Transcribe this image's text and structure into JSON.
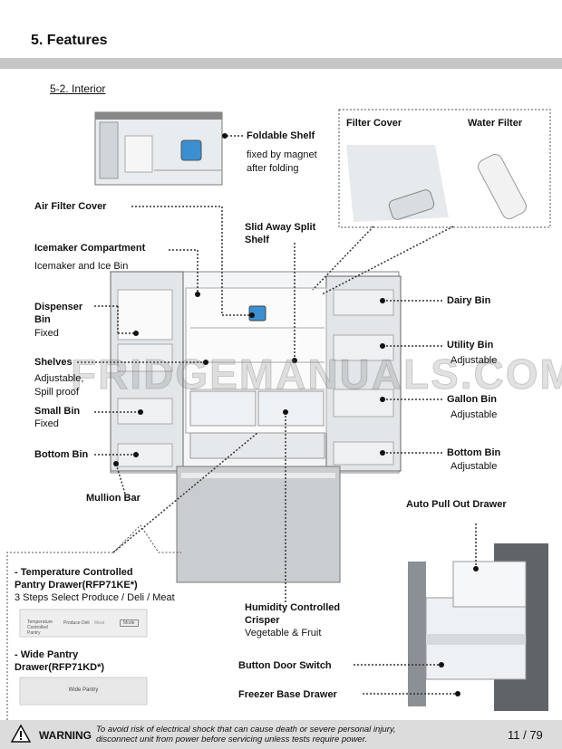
{
  "header": {
    "title": "5. Features",
    "subtitle": "5-2. Interior"
  },
  "watermark": "FRIDGEMANUALS.COM",
  "labels": {
    "foldable_shelf": "Foldable Shelf",
    "foldable_shelf_desc": "fixed by magnet after folding",
    "filter_cover": "Filter Cover",
    "water_filter": "Water Filter",
    "air_filter_cover": "Air Filter Cover",
    "slid_away_split_shelf": "Slid Away Split Shelf",
    "icemaker_compartment": "Icemaker Compartment",
    "icemaker_desc": "Icemaker and Ice Bin",
    "dispenser_bin": "Dispenser Bin",
    "dispenser_bin_desc": "Fixed",
    "shelves": "Shelves",
    "shelves_desc": "Adjustable, Spill proof",
    "small_bin": "Small Bin",
    "small_bin_desc": "Fixed",
    "bottom_bin_left": "Bottom Bin",
    "mullion_bar": "Mullion Bar",
    "dairy_bin": "Dairy Bin",
    "utility_bin": "Utility Bin",
    "utility_bin_desc": "Adjustable",
    "gallon_bin": "Gallon Bin",
    "gallon_bin_desc": "Adjustable",
    "bottom_bin_right": "Bottom Bin",
    "bottom_bin_right_desc": "Adjustable",
    "auto_pull_out_drawer": "Auto Pull Out Drawer",
    "temp_pantry": "- Temperature  Controlled Pantry Drawer(RFP71KE*)",
    "temp_pantry_desc": "3 Steps Select Produce / Deli / Meat",
    "panel_label": "Temperature Controlled Pantry",
    "panel_produce": "Produce",
    "panel_deli": "Deli",
    "panel_meat": "Meat",
    "panel_button": "Mode",
    "wide_pantry": "- Wide Pantry Drawer(RFP71KD*)",
    "wide_pantry_panel": "Wide Pantry",
    "humidity_crisper": "Humidity Controlled Crisper",
    "humidity_desc": "Vegetable & Fruit",
    "button_door_switch": "Button Door Switch",
    "freezer_base_drawer": "Freezer Base Drawer"
  },
  "footer": {
    "warning_label": "WARNING",
    "warning_text": "To avoid risk of electrical shock that can cause death or severe personal injury, disconnect unit from power before servicing unless tests require power.",
    "page": "11  /  79"
  }
}
